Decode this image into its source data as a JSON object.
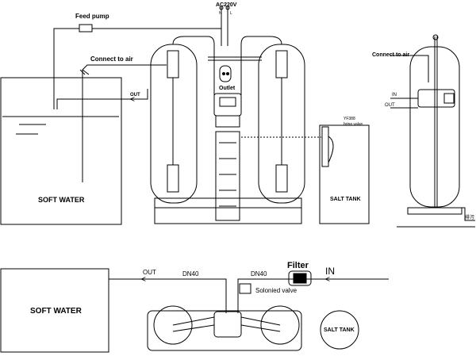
{
  "labels": {
    "power": "AC220V",
    "power_n": "N",
    "power_l": "L",
    "feed_pump": "Feed pump",
    "connect_air_left": "Connect to air",
    "connect_air_right": "Connect to air",
    "out_front": "OUT",
    "outlet": "Outlet",
    "soft_water_top": "SOFT WATER",
    "salt_tank_top": "SALT TANK",
    "brine_valve_model": "YF388",
    "brine_valve": "brine valve",
    "side_in": "IN",
    "side_out": "OUT",
    "side_note": "排污",
    "plan_out": "OUT",
    "plan_dn40_left": "DN40",
    "plan_dn40_right": "DN40",
    "filter": "Filter",
    "plan_in": "IN",
    "solenoid_valve": "Solonied valve",
    "soft_water_bottom": "SOFT WATER",
    "salt_tank_bottom": "SALT TANK"
  }
}
